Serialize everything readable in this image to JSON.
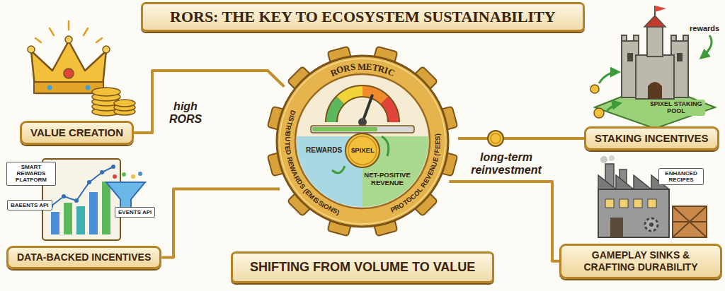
{
  "diagram": {
    "title": "RORS: THE KEY TO ECOSYSTEM SUSTAINABILITY",
    "caption": "SHIFTING FROM VOLUME TO VALUE",
    "nodes": [
      {
        "text": [
          "VALUE CREATION"
        ]
      },
      {
        "text": [
          "SMART REWARDS PLATFORM"
        ]
      },
      {
        "text": [
          "BAEENTS API"
        ]
      },
      {
        "text": [
          "EVENTS API"
        ]
      },
      {
        "text": [
          "DATA-BACKED INCENTIVES"
        ]
      },
      {
        "text": [
          "RORS METRIC",
          "DISTRIBUTED REWARDS (EMISSIONS)",
          "PROTOCOL REVENUE (FEES)",
          "REWARDS",
          "$PIXEL",
          "NET-POSITIVE REVENUE"
        ]
      },
      {
        "text": [
          "STAKING INCENTIVES"
        ]
      },
      {
        "text": [
          "ENHANCED RECIPES"
        ]
      },
      {
        "text": [
          "GAMEPLAY SINKS & CRAFTING DURABILITY"
        ]
      }
    ],
    "edges": [
      {
        "from": 0,
        "to": 5,
        "label": "high RORS",
        "arrow": "none"
      },
      {
        "from": 4,
        "to": 5,
        "arrow": "none"
      },
      {
        "from": 5,
        "to": 6,
        "arrow": "none"
      },
      {
        "from": 5,
        "to": 8,
        "label": "long-term reinvestment",
        "arrow": "none"
      }
    ],
    "labels": [
      "rewards",
      "$PIXEL STAKING POOL"
    ]
  }
}
